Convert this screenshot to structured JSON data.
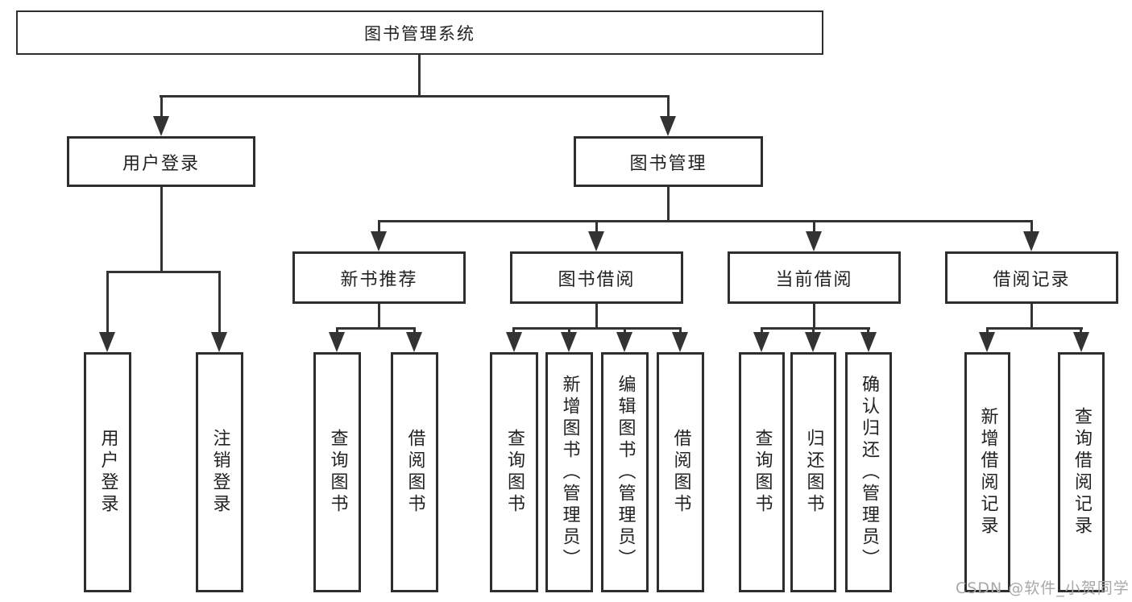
{
  "diagram": {
    "root": {
      "label": "图书管理系统"
    },
    "level2": [
      {
        "label": "用户登录"
      },
      {
        "label": "图书管理"
      }
    ],
    "level3": [
      {
        "label": "新书推荐",
        "parent": "图书管理"
      },
      {
        "label": "图书借阅",
        "parent": "图书管理"
      },
      {
        "label": "当前借阅",
        "parent": "图书管理"
      },
      {
        "label": "借阅记录",
        "parent": "图书管理"
      }
    ],
    "leaves": [
      {
        "label": "用户登录",
        "parent": "用户登录"
      },
      {
        "label": "注销登录",
        "parent": "用户登录"
      },
      {
        "label": "查询图书",
        "parent": "新书推荐"
      },
      {
        "label": "借阅图书",
        "parent": "新书推荐"
      },
      {
        "label": "查询图书",
        "parent": "图书借阅"
      },
      {
        "label": "新增图书（管理员）",
        "parent": "图书借阅"
      },
      {
        "label": "编辑图书（管理员）",
        "parent": "图书借阅"
      },
      {
        "label": "借阅图书",
        "parent": "图书借阅"
      },
      {
        "label": "查询图书",
        "parent": "当前借阅"
      },
      {
        "label": "归还图书",
        "parent": "当前借阅"
      },
      {
        "label": "确认归还（管理员）",
        "parent": "当前借阅"
      },
      {
        "label": "新增借阅记录",
        "parent": "借阅记录"
      },
      {
        "label": "查询借阅记录",
        "parent": "借阅记录"
      }
    ],
    "colors": {
      "line": "#333333",
      "border": "#2e2e2e",
      "text": "#222222",
      "background": "#ffffff"
    }
  },
  "watermark": {
    "text": "CSDN @软件_小贺同学",
    "color": "#a8a8a8"
  }
}
